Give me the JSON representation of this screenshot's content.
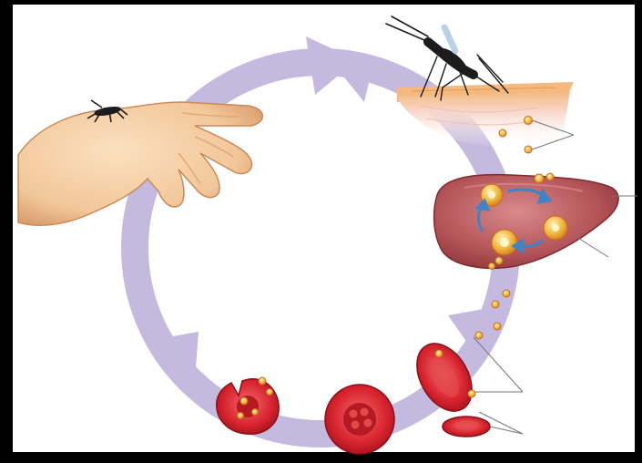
{
  "diagram": {
    "kind": "life-cycle",
    "stages": [
      {
        "id": "mosquito-bites-human",
        "icon": "mosquito-on-hand"
      },
      {
        "id": "mosquito-feeding-on-skin",
        "icon": "mosquito-on-skin"
      },
      {
        "id": "liver-stage",
        "icon": "liver"
      },
      {
        "id": "blood-stage",
        "icon": "red-blood-cells"
      }
    ],
    "colors": {
      "cycle_arrow": "#c4b9de",
      "skin": "#f2c79a",
      "liver": "#b5565a",
      "rbc": "#d8242f",
      "parasite": "#f0b43a",
      "parasite_rim": "#d07a1a",
      "mosquito": "#1c1c1c",
      "frame": "#000000"
    }
  }
}
